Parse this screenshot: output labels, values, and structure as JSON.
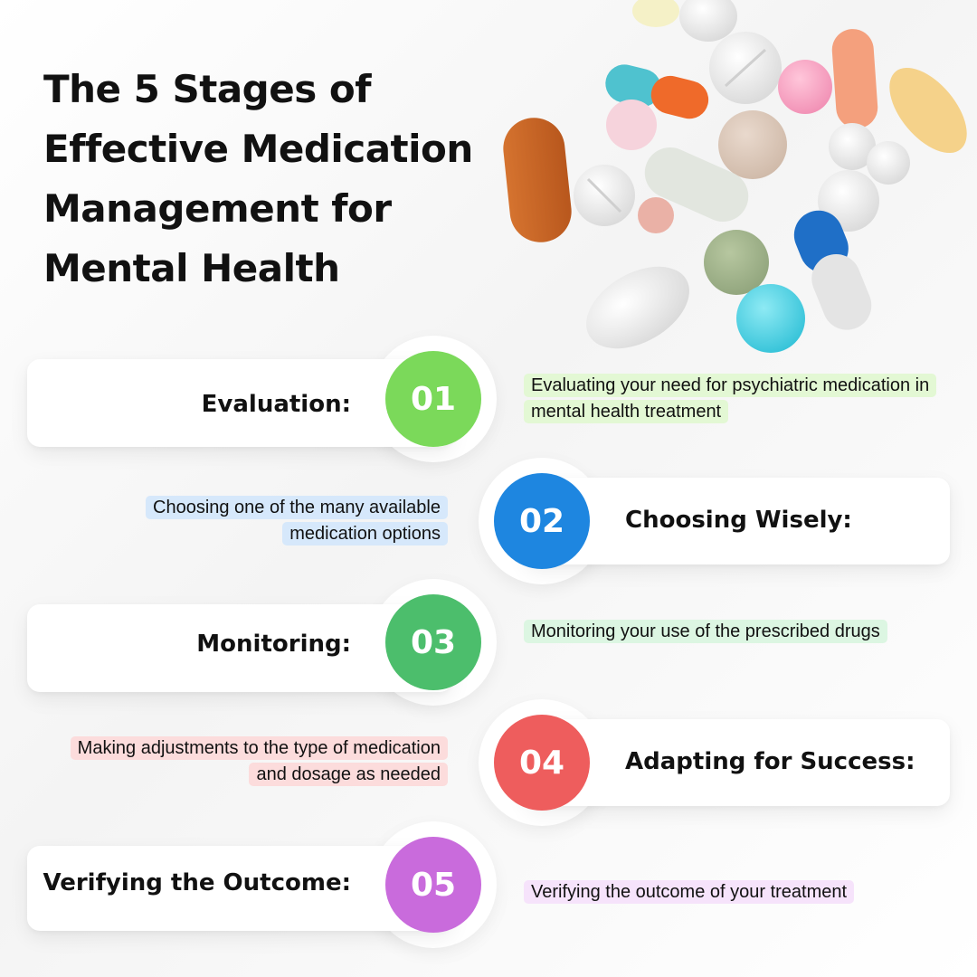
{
  "title_lines": [
    "The 5 Stages of",
    "Effective Medication",
    "Management for",
    "Mental Health"
  ],
  "stages": [
    {
      "number": "01",
      "label": "Evaluation:",
      "description": "Evaluating your need for psychiatric medication in mental health treatment",
      "color": "#7bd95a",
      "highlight": "#e3f8d4"
    },
    {
      "number": "02",
      "label": "Choosing Wisely:",
      "description": "Choosing one of the many available medication options",
      "color": "#1e86e0",
      "highlight": "#d6e8fb"
    },
    {
      "number": "03",
      "label": "Monitoring:",
      "description": "Monitoring your use of the prescribed drugs",
      "color": "#4cbe6c",
      "highlight": "#dcf6e2"
    },
    {
      "number": "04",
      "label": "Adapting for Success:",
      "description": "Making adjustments to the type of medication and dosage as needed",
      "color": "#ee5d5d",
      "highlight": "#fcdcdc"
    },
    {
      "number": "05",
      "label": "Verifying the Outcome:",
      "description": "Verifying the outcome of your treatment",
      "color": "#c96bdc",
      "highlight": "#f6e3fb"
    }
  ]
}
